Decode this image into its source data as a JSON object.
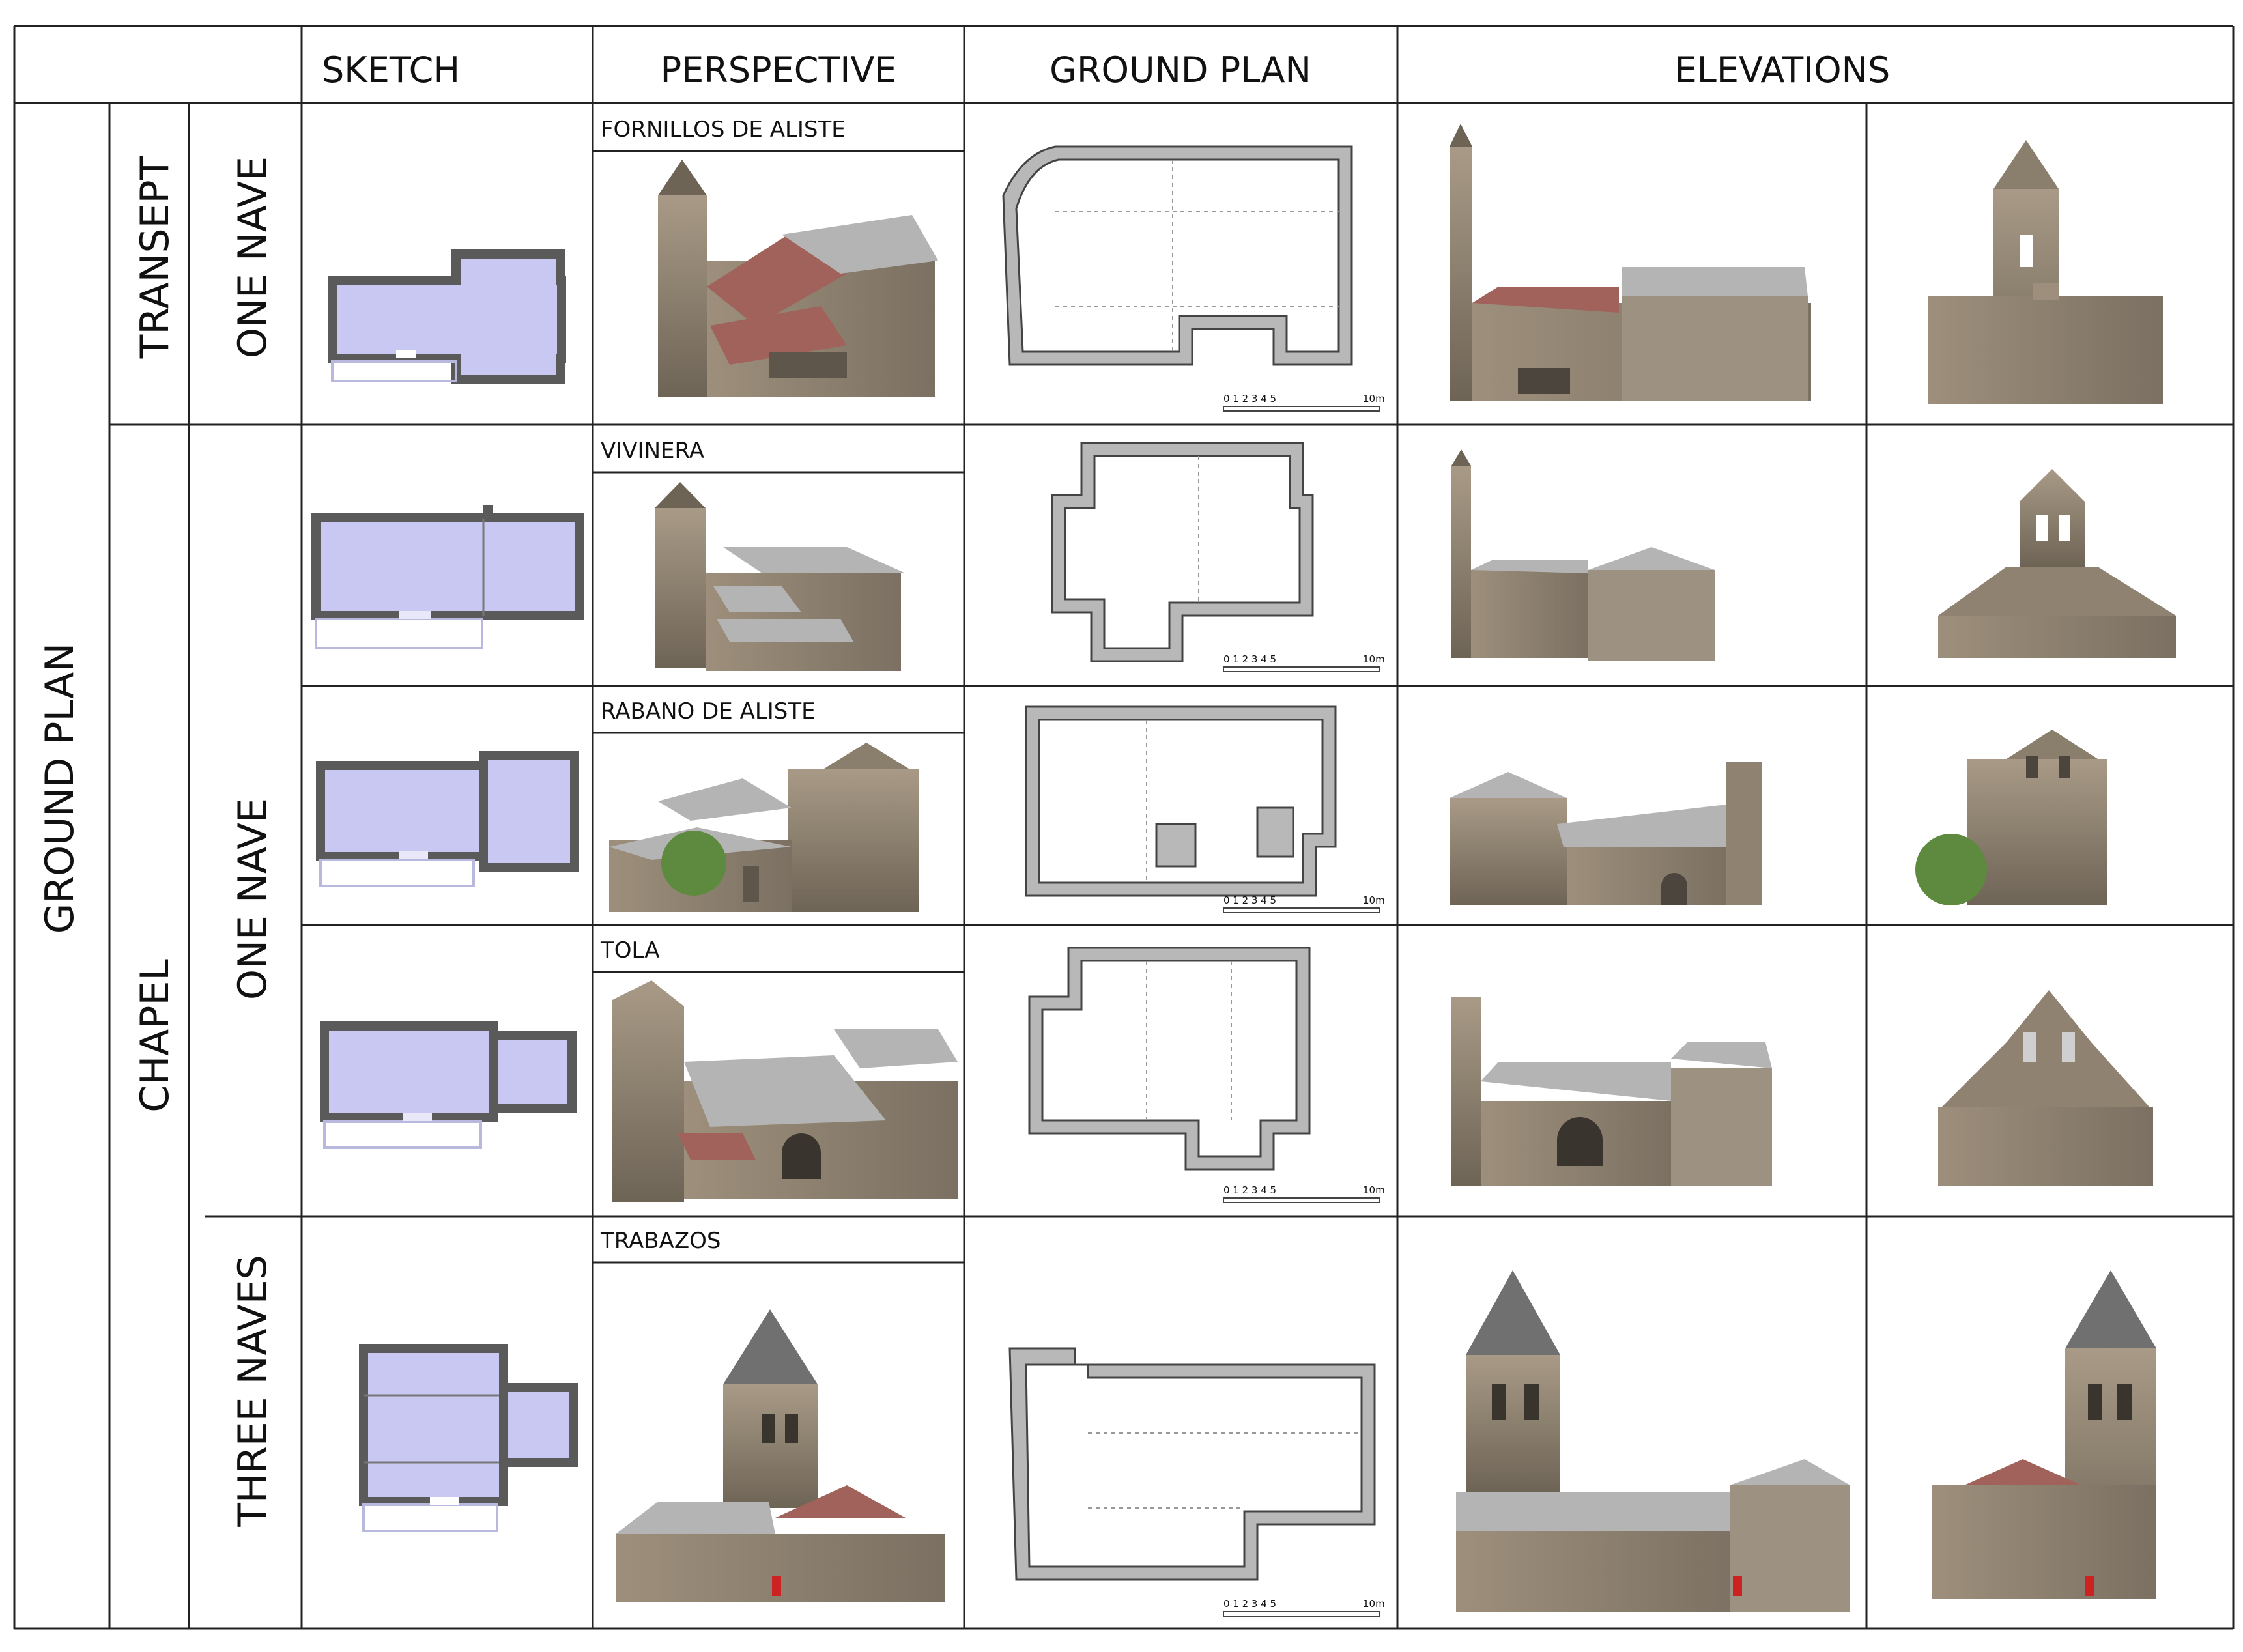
{
  "headers": {
    "sketch": "SKETCH",
    "perspective": "PERSPECTIVE",
    "ground_plan": "GROUND PLAN",
    "elevations": "ELEVATIONS"
  },
  "side_labels": {
    "ground_plan": "GROUND PLAN",
    "transept": "TRANSEPT",
    "chapel": "CHAPEL",
    "one_nave_top": "ONE NAVE",
    "one_nave_mid": "ONE NAVE",
    "three_naves": "THREE NAVES"
  },
  "churches": [
    {
      "name": "FORNILLOS DE ALISTE"
    },
    {
      "name": "VIVINERA"
    },
    {
      "name": "RABANO DE ALISTE"
    },
    {
      "name": "TOLA"
    },
    {
      "name": "TRABAZOS"
    }
  ],
  "scale": {
    "ticks": "0 1 2 3 4 5",
    "end": "10m"
  },
  "colors": {
    "sketch_fill": "#c8c8f2",
    "sketch_wall": "#5a5a5a",
    "plan_wall": "#b8b8b8",
    "stone": "#8f8270",
    "roof_gray": "#b4b4b4",
    "roof_red": "#a0625a"
  }
}
